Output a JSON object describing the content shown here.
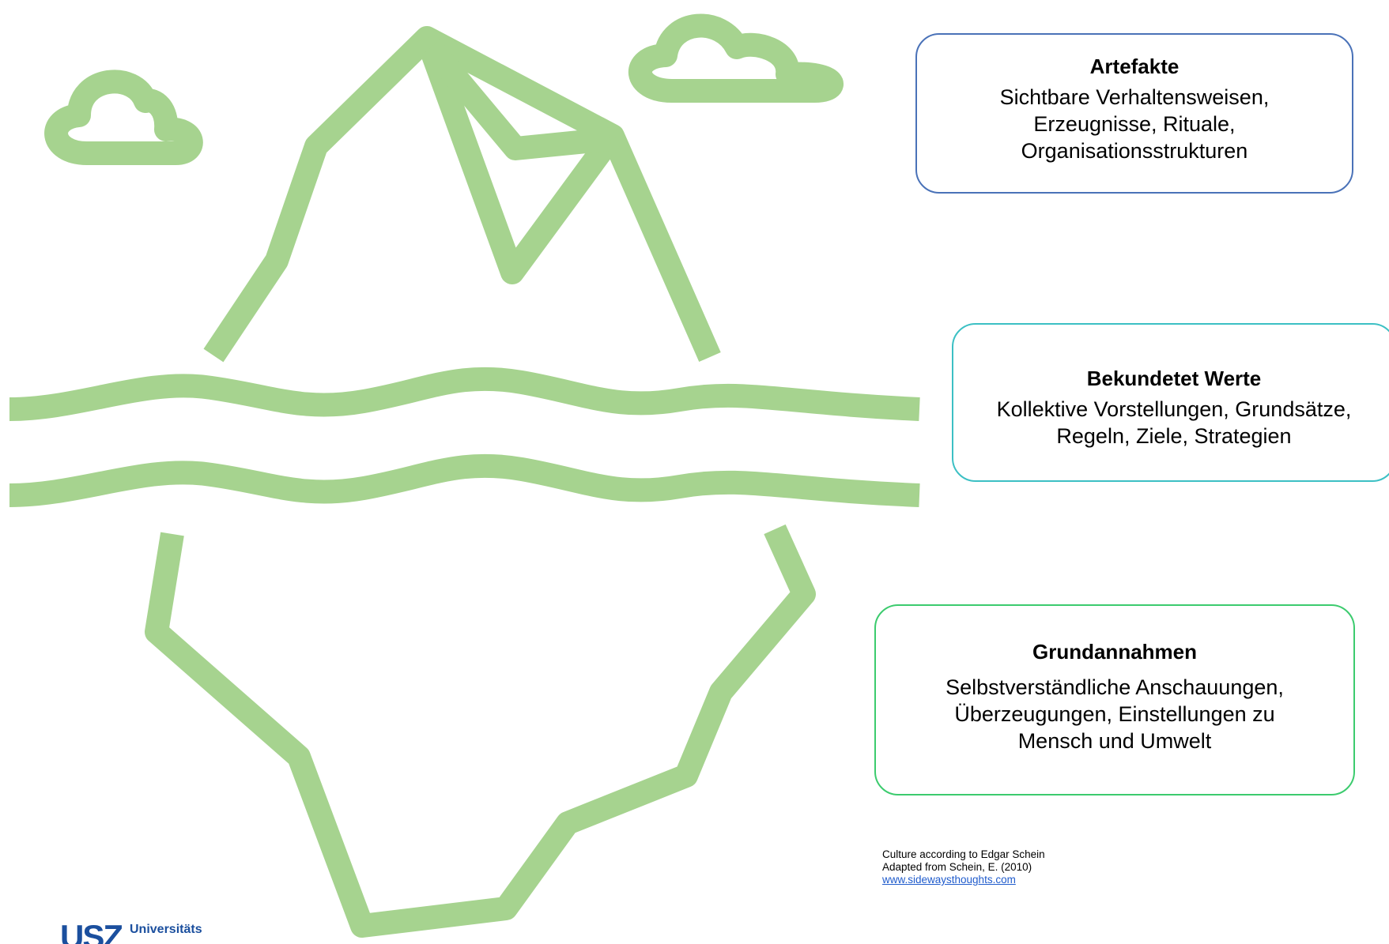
{
  "boxes": {
    "artefakte": {
      "title": "Artefakte",
      "lines": [
        "Sichtbare Verhaltensweisen,",
        "Erzeugnisse,  Rituale,",
        "Organisationsstrukturen"
      ]
    },
    "werte": {
      "title": "Bekundetet Werte",
      "lines": [
        "Kollektive Vorstellungen, Grundsätze,",
        "Regeln,  Ziele, Strategien"
      ]
    },
    "grund": {
      "title": "Grundannahmen",
      "lines": [
        "Selbstverständliche Anschauungen,",
        "Überzeugungen, Einstellungen zu",
        "Mensch und Umwelt"
      ]
    }
  },
  "citation": {
    "line1": "Culture according to Edgar Schein",
    "line2": "Adapted from Schein, E. (2010)",
    "link": "www.sidewaysthoughts.com"
  },
  "logo": {
    "mark": "USZ",
    "text": "Universitäts"
  },
  "colors": {
    "iceberg": "#a6d38f",
    "box_artefakte_border": "#4a72b8",
    "box_werte_border": "#3cc0c4",
    "box_grund_border": "#3ccb6e",
    "link": "#1f5bcc",
    "logo": "#1b4f9e"
  },
  "icons": [
    "cloud-icon",
    "cloud-icon",
    "iceberg-icon",
    "water-waves-icon"
  ]
}
